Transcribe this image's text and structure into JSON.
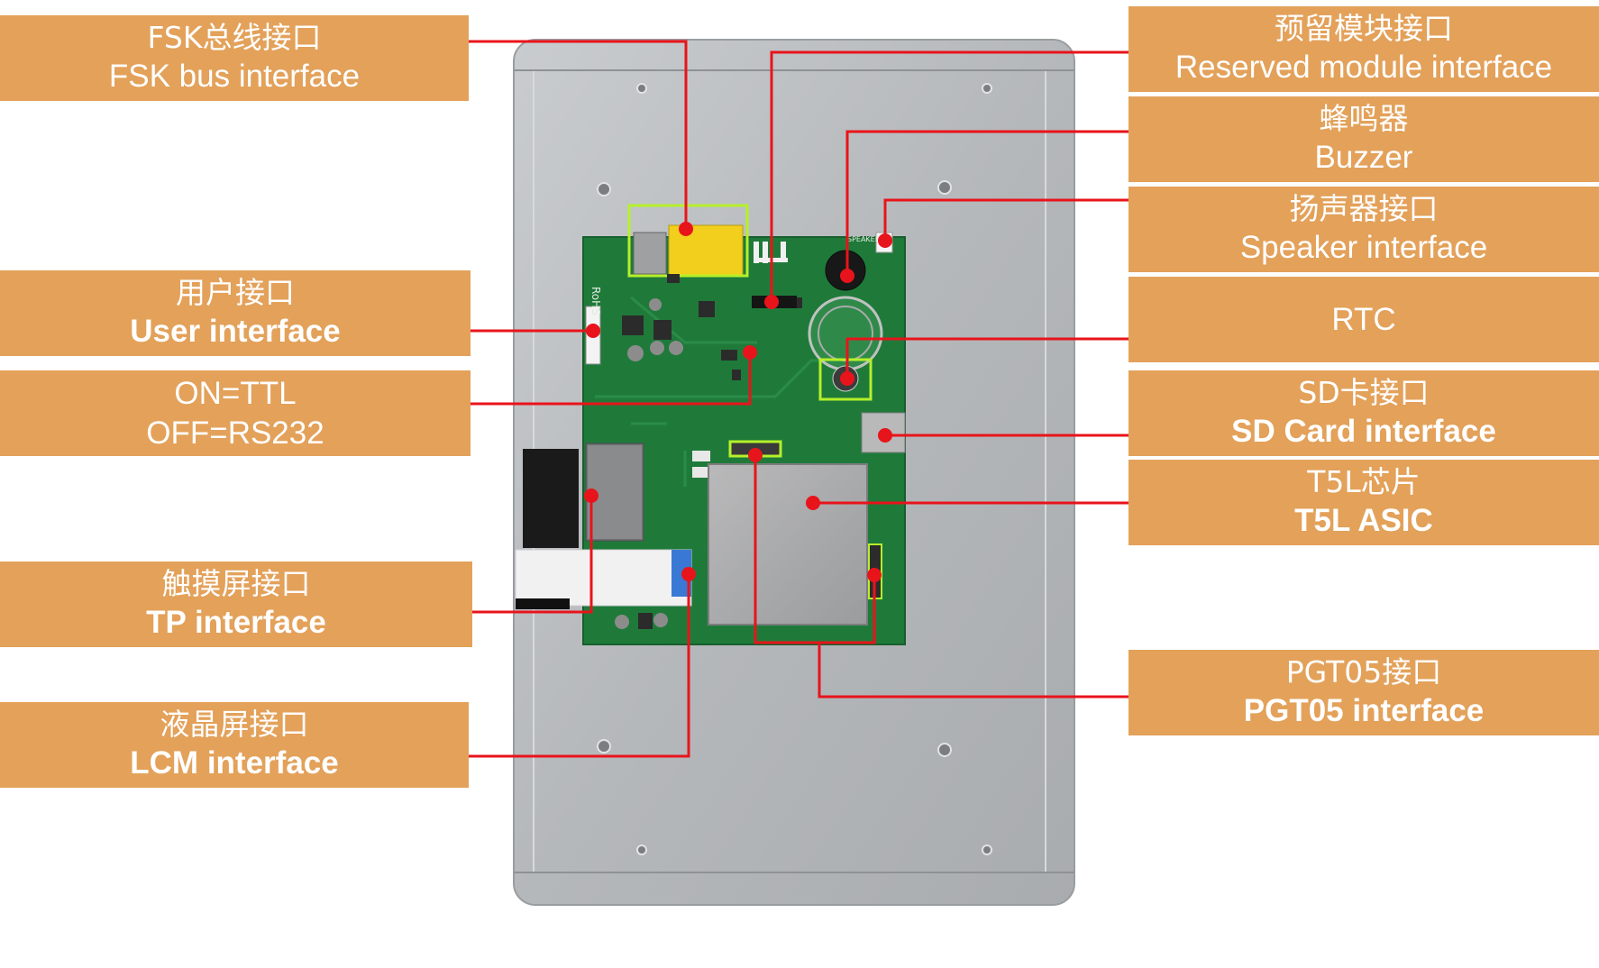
{
  "labels": {
    "fsk_bus": {
      "zh": "FSK总线接口",
      "en": "FSK bus interface"
    },
    "user": {
      "zh": "用户接口",
      "en": "User interface"
    },
    "ttl_rs232": {
      "line1": "ON=TTL",
      "line2": "OFF=RS232"
    },
    "tp": {
      "zh": "触摸屏接口",
      "en": "TP interface"
    },
    "lcm": {
      "zh": "液晶屏接口",
      "en": "LCM interface"
    },
    "reserved": {
      "zh": "预留模块接口",
      "en": "Reserved module interface"
    },
    "buzzer": {
      "zh": "蜂鸣器",
      "en": "Buzzer"
    },
    "speaker": {
      "zh": "扬声器接口",
      "en": "Speaker interface"
    },
    "rtc": {
      "text": "RTC"
    },
    "sd": {
      "zh": "SD卡接口",
      "en": "SD Card interface"
    },
    "t5l": {
      "zh": "T5L芯片",
      "en": "T5L ASIC"
    },
    "pgt05": {
      "zh": "PGT05接口",
      "en": "PGT05 interface"
    }
  },
  "board_markings": {
    "rohs": "RoHS",
    "speaker_silk": "SPEAKER"
  },
  "colors": {
    "label_bg": "#e3a15a",
    "label_text": "#ffffff",
    "leader_line": "#e8141b",
    "highlight_box": "#b5f02a",
    "pcb_green": "#1f7a3a",
    "enclosure": "#b9bcbf",
    "shield": "#a7a8aa",
    "connector_yellow": "#f2cf1d"
  }
}
